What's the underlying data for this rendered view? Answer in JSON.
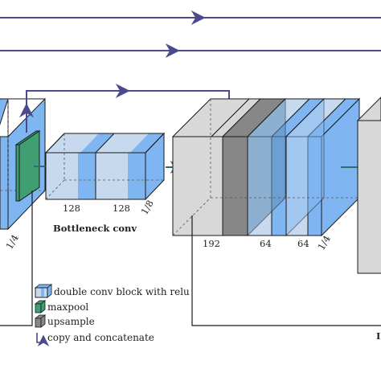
{
  "colors": {
    "skip": "#4a4a8c",
    "flow": "#2f6f72",
    "conv_dark": "#7fb6f2",
    "conv_light": "#c6d9ef",
    "pool": "#3f9e72",
    "upsample": "#878787",
    "concat_gray": "#d8d8d8",
    "edge": "#1a1a1a"
  },
  "encoder": {
    "scale_label": "1/4"
  },
  "bottleneck": {
    "channels": [
      "128",
      "128"
    ],
    "scale_label": "1/8",
    "title": "Bottleneck conv"
  },
  "decoder": {
    "channels": [
      "192",
      "64",
      "64"
    ],
    "scale_label": "1/4"
  },
  "legend": {
    "items": [
      {
        "label": "double conv block with relu",
        "icon": "double-conv-icon"
      },
      {
        "label": "maxpool",
        "icon": "maxpool-icon"
      },
      {
        "label": "upsample",
        "icon": "upsample-icon"
      },
      {
        "label": "copy and concatenate",
        "icon": "copy-concat-icon"
      }
    ]
  },
  "edge_letter": "I"
}
